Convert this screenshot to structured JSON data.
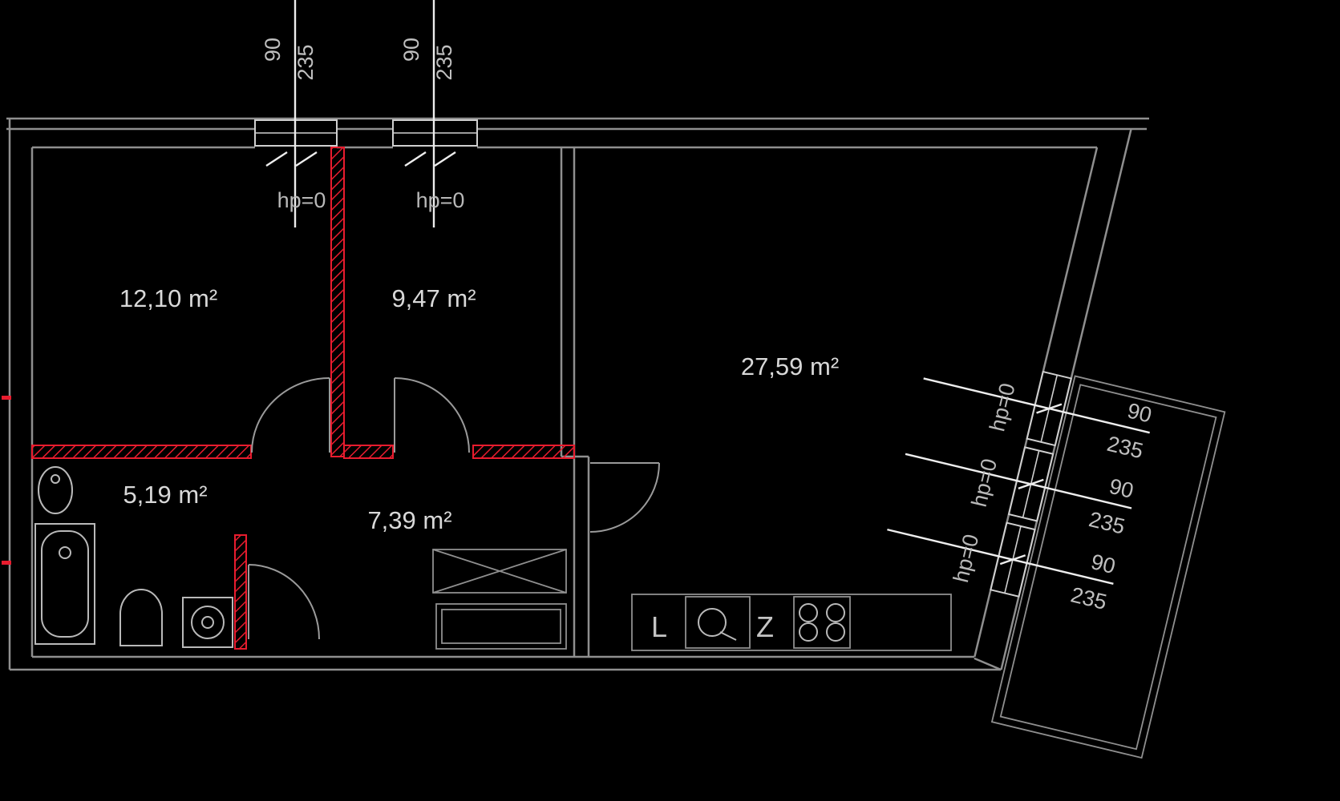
{
  "colors": {
    "background": "#000000",
    "walls": "#8f8f8f",
    "window_symbols": "#cfcfcf",
    "center_lines": "#ededed",
    "load_bearing_red": "#e81c2e",
    "text": "#cdcdcd"
  },
  "rooms": [
    {
      "name": "bedroom-1",
      "label": "12,10 m²"
    },
    {
      "name": "bedroom-2",
      "label": "9,47 m²"
    },
    {
      "name": "living-room",
      "label": "27,59 m²"
    },
    {
      "name": "bathroom",
      "label": "5,19 m²"
    },
    {
      "name": "hall",
      "label": "7,39 m²"
    }
  ],
  "windows_top": [
    {
      "width": "90",
      "height": "235",
      "hp": "hp=0"
    },
    {
      "width": "90",
      "height": "235",
      "hp": "hp=0"
    }
  ],
  "windows_right": [
    {
      "width": "90",
      "height": "235",
      "hp": "hp=0"
    },
    {
      "width": "90",
      "height": "235",
      "hp": "hp=0"
    },
    {
      "width": "90",
      "height": "235",
      "hp": "hp=0"
    }
  ],
  "kitchen": {
    "appliance_l": "L",
    "appliance_z": "Z"
  }
}
